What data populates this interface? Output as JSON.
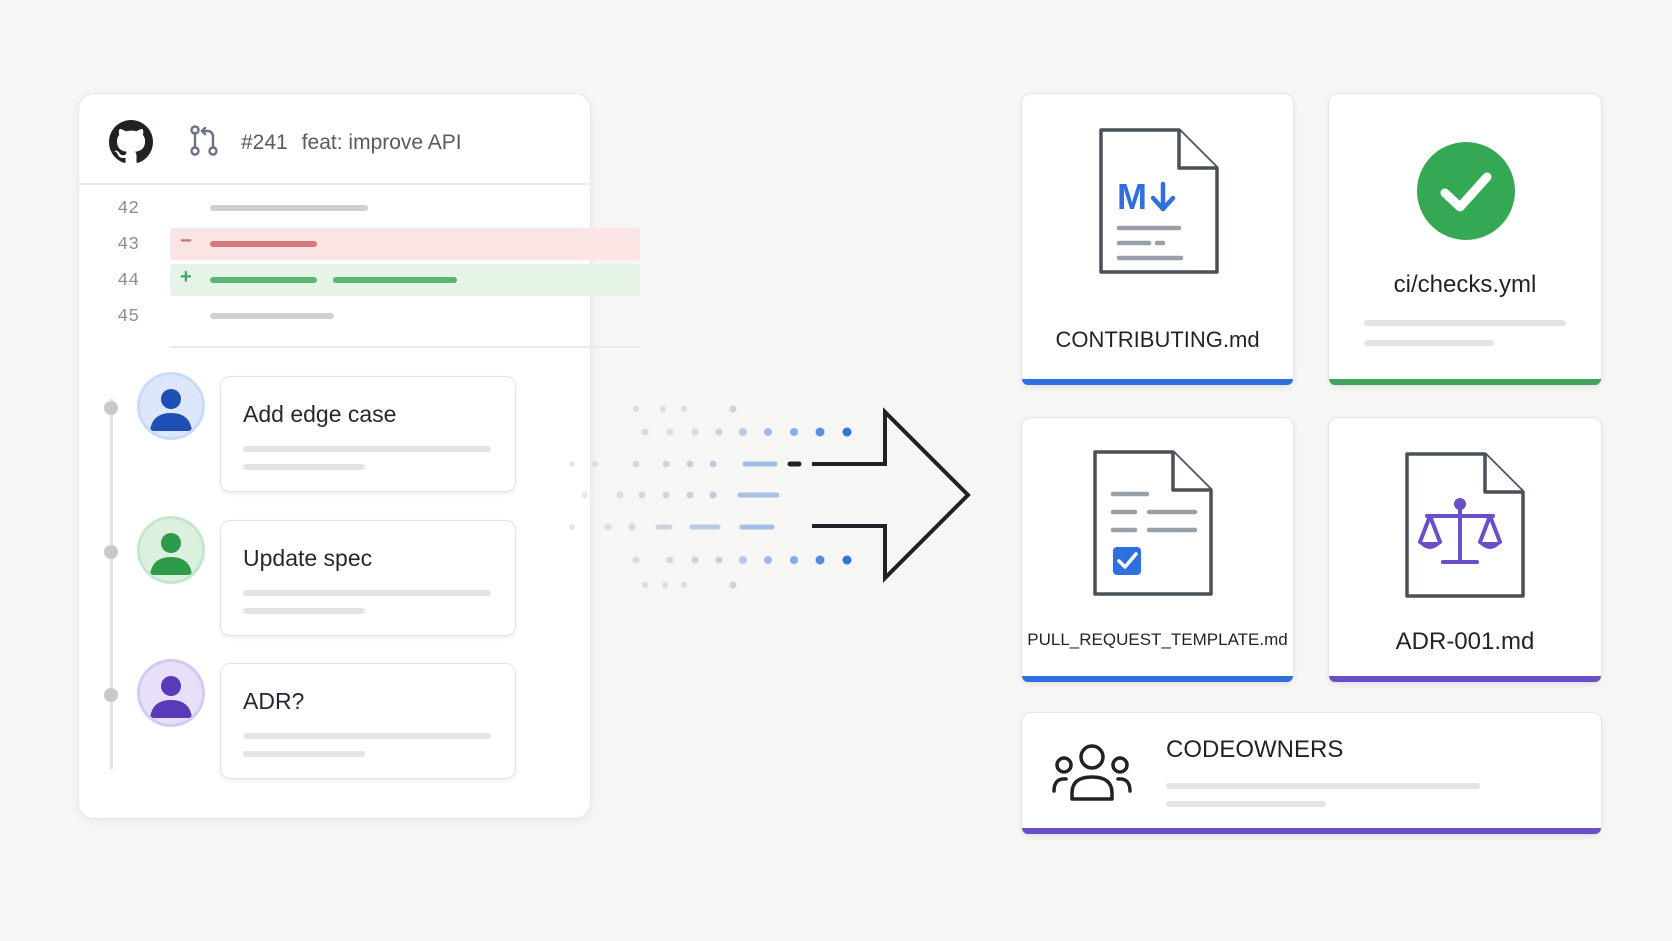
{
  "pull_request": {
    "number": "#241",
    "title": "feat: improve API",
    "diff_lines": [
      {
        "number": "42",
        "type": "context"
      },
      {
        "number": "43",
        "type": "deletion",
        "sign": "−"
      },
      {
        "number": "44",
        "type": "addition",
        "sign": "+"
      },
      {
        "number": "45",
        "type": "context"
      }
    ],
    "comments": [
      {
        "text": "Add edge case",
        "avatar_color": "#1f4fb3"
      },
      {
        "text": "Update spec",
        "avatar_color": "#2f9a4a"
      },
      {
        "text": "ADR?",
        "avatar_color": "#5a3ab8"
      }
    ]
  },
  "outputs": {
    "contributing": {
      "label": "CONTRIBUTING.md",
      "icon": "markdown-file-icon",
      "accent": "#2f6fde"
    },
    "checks": {
      "label": "ci/checks.yml",
      "icon": "check-circle-icon",
      "accent": "#3fa35b"
    },
    "template": {
      "label": "PULL_REQUEST_TEMPLATE.md",
      "icon": "checklist-file-icon",
      "accent": "#2f6fde"
    },
    "adr": {
      "label": "ADR-001.md",
      "icon": "scales-file-icon",
      "accent": "#6a4fc8"
    },
    "codeowners": {
      "label": "CODEOWNERS",
      "icon": "people-icon",
      "accent": "#6a4fc8"
    }
  },
  "colors": {
    "markdown_blue": "#2f6fde",
    "check_green": "#34a853",
    "scales_purple": "#6a4fc8",
    "arrow_stroke": "#1f2328"
  }
}
